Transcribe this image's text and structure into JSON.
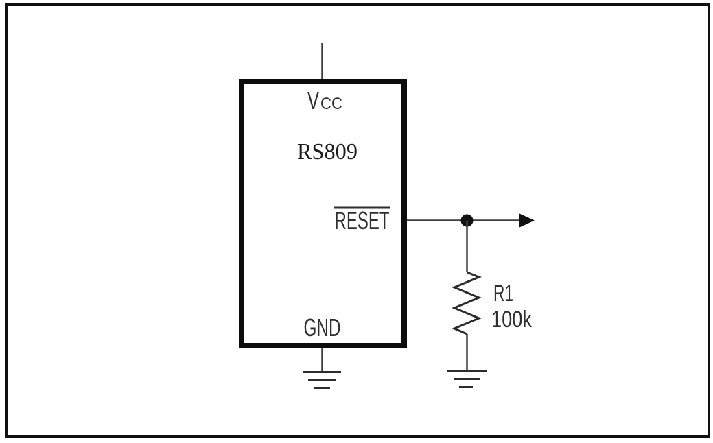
{
  "figure": {
    "kind": "schematic",
    "description": "Reset supervisor IC application circuit",
    "background_color": "#ffffff",
    "frame_color": "#111111",
    "wire_color": "#3d3d3d",
    "ink_color": "#141414",
    "text_color": "#2e2e2e"
  },
  "ic": {
    "part_number": "RS809",
    "pins": {
      "vcc": {
        "label": "V",
        "subscript": "CC"
      },
      "reset": {
        "label": "RESET",
        "active_low": true
      },
      "gnd": {
        "label": "GND"
      }
    }
  },
  "resistor": {
    "designator": "R1",
    "value": "100k"
  }
}
